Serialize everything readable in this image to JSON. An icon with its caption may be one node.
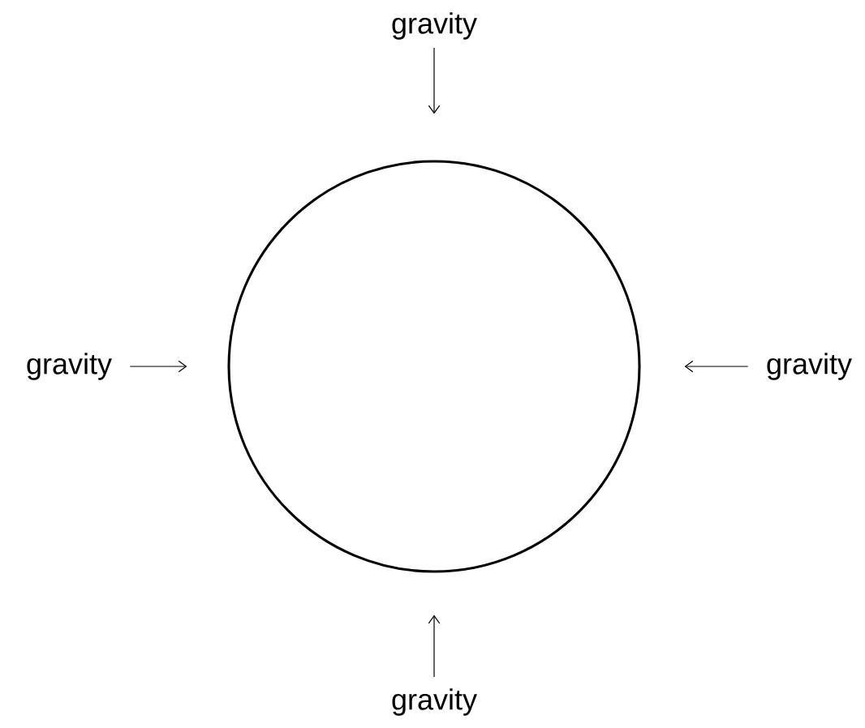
{
  "diagram": {
    "nodes": [
      {
        "text": [
          "gravity"
        ]
      },
      {
        "text": [
          "gravity"
        ]
      },
      {
        "text": [],
        "shape": "circle"
      },
      {
        "text": [
          "gravity"
        ]
      },
      {
        "text": [
          "gravity"
        ]
      }
    ],
    "edges": [
      {
        "from": 0,
        "to": 2,
        "arrow": "to"
      },
      {
        "from": 1,
        "to": 2,
        "arrow": "to"
      },
      {
        "from": 3,
        "to": 2,
        "arrow": "to"
      },
      {
        "from": 4,
        "to": 2,
        "arrow": "to"
      }
    ]
  }
}
